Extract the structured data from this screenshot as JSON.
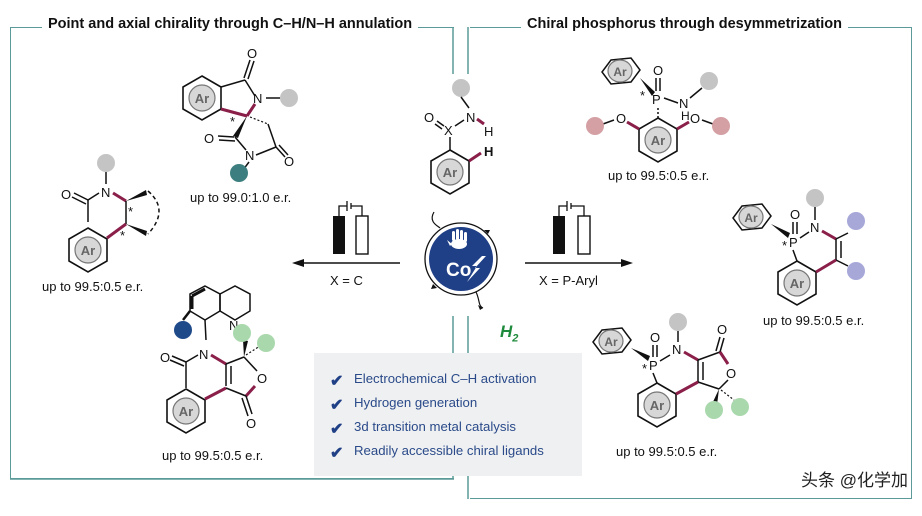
{
  "panels": {
    "left": {
      "title": "Point and axial chirality through C–H/N–H annulation",
      "products": [
        {
          "name": "spiro-succinimide-isoindolinone",
          "er": "up to 99.0:1.0 e.r."
        },
        {
          "name": "fused-dihydroisoquinolinone",
          "er": "up to 99.5:0.5 e.r."
        },
        {
          "name": "axially-chiral-quinolinyl-isoquinolinone",
          "er": "up to 99.5:0.5 e.r."
        }
      ],
      "condition": "X = C"
    },
    "right": {
      "title": "Chiral phosphorus through desymmetrization",
      "products": [
        {
          "name": "phosphinamide-substrate",
          "er": "up to 99.5:0.5 e.r."
        },
        {
          "name": "alkyne-annulation-product",
          "er": "up to 99.5:0.5 e.r."
        },
        {
          "name": "butenolide-annulation-product",
          "er": "up to 99.5:0.5 e.r."
        }
      ],
      "condition": "X = P-Aryl"
    }
  },
  "center": {
    "substrate_labels": {
      "o": "O",
      "x": "X",
      "n": "N",
      "h1": "H",
      "h2": "H",
      "ar": "Ar"
    },
    "catalyst_label": "Co",
    "byproduct": "H",
    "byproduct_sub": "2"
  },
  "features": [
    "Electrochemical C–H activation",
    "Hydrogen generation",
    "3d transition metal catalysis",
    "Readily accessible chiral ligands"
  ],
  "icons": {
    "check": "✔",
    "electrode": "electrochemical-cell-icon",
    "hand": "hand-icon",
    "bolt": "lightning-bolt-icon"
  },
  "labels": {
    "ar": "Ar",
    "o": "O",
    "n": "N",
    "p": "P",
    "h": "H",
    "star": "*"
  },
  "colors": {
    "border": "#5b9a99",
    "bond_highlight": "#8a1f4a",
    "catalyst_blue": "#1f3f86",
    "feature_text": "#2a4a8a",
    "h2_green": "#1e8a3c",
    "gray_ball": "#c4c4c4",
    "teal_ball": "#3d7f80",
    "pink_ball": "#d4a0a4",
    "lavender_ball": "#a7a8d8",
    "green_ball": "#a9d8ac",
    "navy_ball": "#1f4a8a"
  },
  "watermark": "头条 @化学加"
}
